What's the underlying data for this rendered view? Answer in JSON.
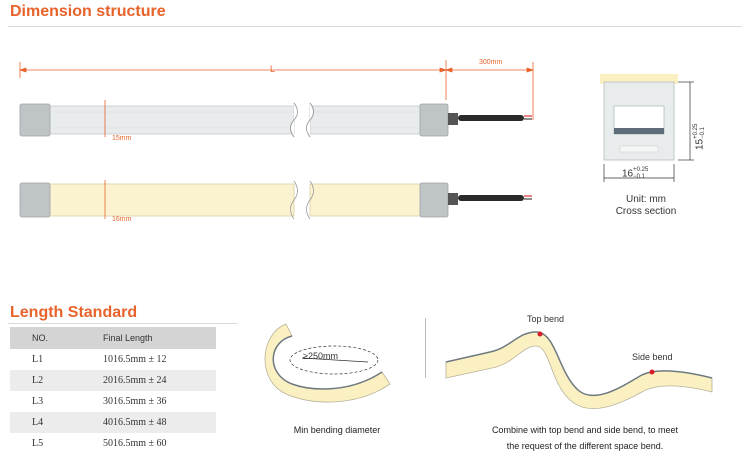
{
  "dimension": {
    "title": "Dimension structure",
    "length_label": "L",
    "cable_label": "300mm",
    "strip1_height": "15mm",
    "strip2_height": "16mm",
    "cross_height": "15",
    "cross_height_tol_top": "+0.25",
    "cross_height_tol_bottom": "−0.1",
    "cross_width": "16",
    "cross_width_tol_top": "+0.25",
    "cross_width_tol_bottom": "−0.1",
    "unit": "Unit: mm",
    "cross_caption": "Cross section"
  },
  "length_standard": {
    "title": "Length Standard",
    "headers": [
      "NO.",
      "Final Length"
    ],
    "rows": [
      {
        "no": "L1",
        "length": "1016.5mm ± 12"
      },
      {
        "no": "L2",
        "length": "2016.5mm ± 24"
      },
      {
        "no": "L3",
        "length": "3016.5mm ± 36"
      },
      {
        "no": "L4",
        "length": "4016.5mm ± 48"
      },
      {
        "no": "L5",
        "length": "5016.5mm ± 60"
      }
    ]
  },
  "bending": {
    "diameter_label": "≥250mm",
    "min_caption": "Min bending diameter",
    "top_bend": "Top bend",
    "side_bend": "Side bend",
    "combine_line1": "Combine with top bend and side bend, to meet",
    "combine_line2": "the request of the different space bend."
  },
  "colors": {
    "accent": "#e8632b",
    "strip_clear": "#e9ecec",
    "strip_warm": "#fbf3cf",
    "cap": "#bfc4c6"
  }
}
